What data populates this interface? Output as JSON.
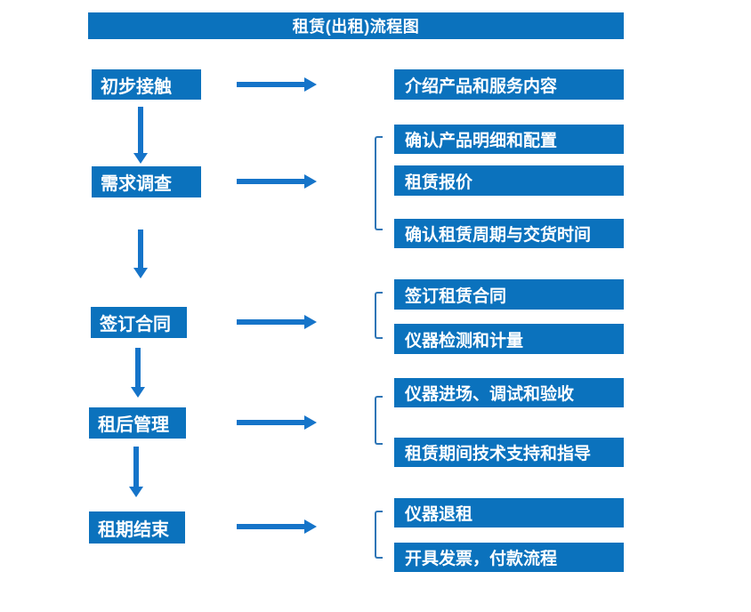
{
  "title": "租赁(出租)流程图",
  "colors": {
    "box_fill": "#0b72bd",
    "arrow": "#1574c9",
    "bracket_line": "#2e75b6",
    "text": "#ffffff",
    "background": "#ffffff"
  },
  "flow": [
    {
      "step": "初步接触",
      "details": [
        "介绍产品和服务内容"
      ]
    },
    {
      "step": "需求调查",
      "details": [
        "确认产品明细和配置",
        "租赁报价",
        "确认租赁周期与交货时间"
      ]
    },
    {
      "step": "签订合同",
      "details": [
        "签订租赁合同",
        "仪器检测和计量"
      ]
    },
    {
      "step": "租后管理",
      "details": [
        "仪器进场、调试和验收",
        "租赁期间技术支持和指导"
      ]
    },
    {
      "step": "租期结束",
      "details": [
        "仪器退租",
        "开具发票，付款流程"
      ]
    }
  ]
}
